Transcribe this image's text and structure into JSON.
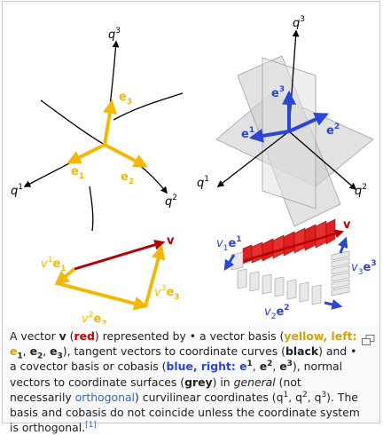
{
  "figure": {
    "axis_labels": {
      "q1": "q",
      "q2": "q",
      "q3": "q",
      "sup1": "1",
      "sup2": "2",
      "sup3": "3"
    },
    "basis_labels": {
      "e": "e",
      "i1": "1",
      "i2": "2",
      "i3": "3"
    },
    "vector_label": "v",
    "components": {
      "v1": "v",
      "v2": "v",
      "v3": "v",
      "i1": "1",
      "i2": "2",
      "i3": "3",
      "e": "e"
    }
  },
  "caption": {
    "p1": "A vector ",
    "v": "v",
    "p2": " (",
    "red": "red",
    "p3": ") represented by • a vector basis (",
    "yellow_left": "yellow, left: e",
    "s1": "1",
    "c1": ", ",
    "e2": "e",
    "s2": "2",
    "c2": ", ",
    "e3": "e",
    "s3": "3",
    "p4": "), tangent vectors to coordinate curves (",
    "black": "black",
    "p5": ") and • a covector basis or cobasis (",
    "blue_right": "blue, right: e",
    "t1": "1",
    "c3": ", ",
    "f2": "e",
    "t2": "2",
    "c4": ", ",
    "f3": "e",
    "t3": "3",
    "p6": "), normal vectors to coordinate surfaces (",
    "grey": "grey",
    "p7": ") in ",
    "general": "general",
    "p8": " (not necessarily ",
    "orthogonal": "orthogonal",
    "p9": ") curvilinear coordinates (q",
    "u1": "1",
    "p10": ", q",
    "u2": "2",
    "p11": ", q",
    "u3": "3",
    "p12": "). The basis and cobasis do not coincide unless the coordinate system is orthogonal.",
    "ref": "[1]"
  },
  "colors": {
    "yellow": "#f5b800",
    "red": "#cc0000",
    "blue": "#2a45d8",
    "grey": "#bbbbbb",
    "link": "#3366cc"
  },
  "icons": {
    "enlarge": "enlarge-icon"
  }
}
